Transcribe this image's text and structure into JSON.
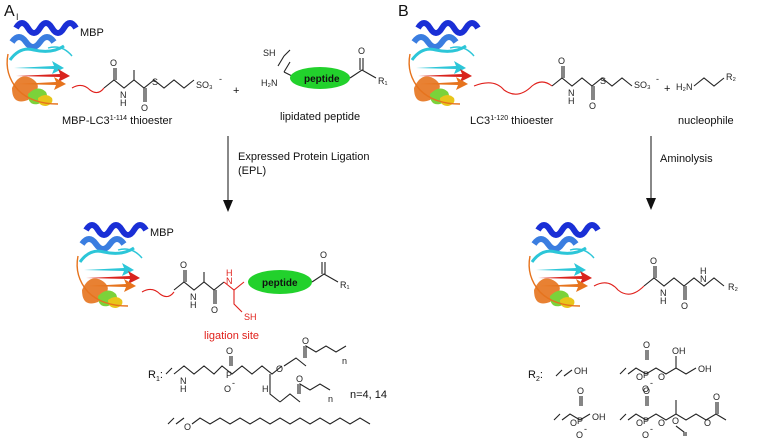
{
  "panels": {
    "a": "A",
    "b": "B",
    "a_mark": "I"
  },
  "labels": {
    "mbp": "MBP",
    "peptide": "peptide",
    "lipidated_peptide": "lipidated peptide",
    "thioester_a_base": "MBP-LC3",
    "thioester_a_sup": "1-114",
    "thioester_a_tail": " thioester",
    "thioester_b_base": "LC3",
    "thioester_b_sup": "1-120",
    "thioester_b_tail": " thioester",
    "nucleophile": "nucleophile",
    "epl_line1": "Expressed Protein Ligation",
    "epl_line2": "(EPL)",
    "aminolysis": "Aminolysis",
    "ligation_site": "ligation site",
    "plus": "+",
    "r1_label": "R",
    "r1_sub": "1",
    "r1_colon": ":",
    "r2_label": "R",
    "r2_sub": "2",
    "r2_colon": ":",
    "n_range": "n=4, 14",
    "n": "n"
  },
  "atoms": {
    "n": "N",
    "h": "H",
    "o": "O",
    "s": "S",
    "sh": "SH",
    "h2n": "H₂N",
    "so3": "SO₃",
    "minus": "-",
    "r1": "R₁",
    "r2": "R₂",
    "oh": "OH",
    "p": "P",
    "h_stereo": "H"
  },
  "colors": {
    "helix_dark": "#1a2fd6",
    "helix_light": "#3a7de0",
    "sheet_cyan": "#2cc6d8",
    "sheet_green": "#7bd23a",
    "sheet_yellow": "#e8c51a",
    "sheet_orange": "#e6731d",
    "sheet_red": "#d9231d",
    "loop_red": "#e0201b",
    "peptide_green": "#22d12c",
    "ligation_red": "#e0201b"
  }
}
